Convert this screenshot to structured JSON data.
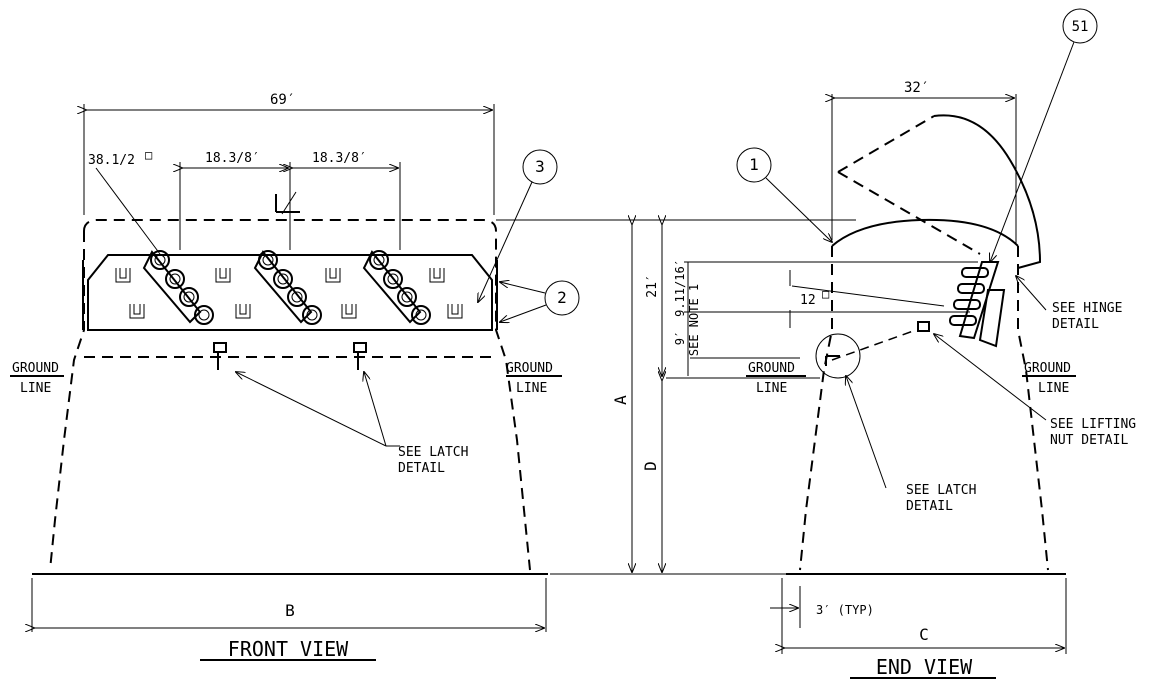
{
  "front_view": {
    "title": "FRONT VIEW",
    "dim_top_width": "69′",
    "dim_left": "38.1/2",
    "dim_left_symbol": "□",
    "dim_spacing_1": "18.3/8′",
    "dim_spacing_2": "18.3/8′",
    "centerline": "℄",
    "dim_bottom": "B",
    "ground_left": [
      "GROUND",
      "LINE"
    ],
    "ground_right": [
      "GROUND",
      "LINE"
    ],
    "latch_note": [
      "SEE LATCH",
      "DETAIL"
    ],
    "balloons": [
      "3",
      "2"
    ]
  },
  "side_dims": {
    "dim_a": "A",
    "dim_d": "D",
    "dim_21": "21′",
    "dim_9": "9′",
    "dim_9_11_16": "9.11/16′",
    "see_note": "SEE NOTE 1"
  },
  "end_view": {
    "title": "END VIEW",
    "dim_top": "32′",
    "dim_bottom": "C",
    "dim_wall": "3′ (TYP)",
    "angle": "12",
    "angle_symbol": "□",
    "ground_left": [
      "GROUND",
      "LINE"
    ],
    "ground_right": [
      "GROUND",
      "LINE"
    ],
    "hinge_note": [
      "SEE HINGE",
      "DETAIL"
    ],
    "lifting_note": [
      "SEE LIFTING",
      "NUT DETAIL"
    ],
    "latch_note": [
      "SEE LATCH",
      "DETAIL"
    ],
    "balloons": [
      "1",
      "51"
    ]
  }
}
